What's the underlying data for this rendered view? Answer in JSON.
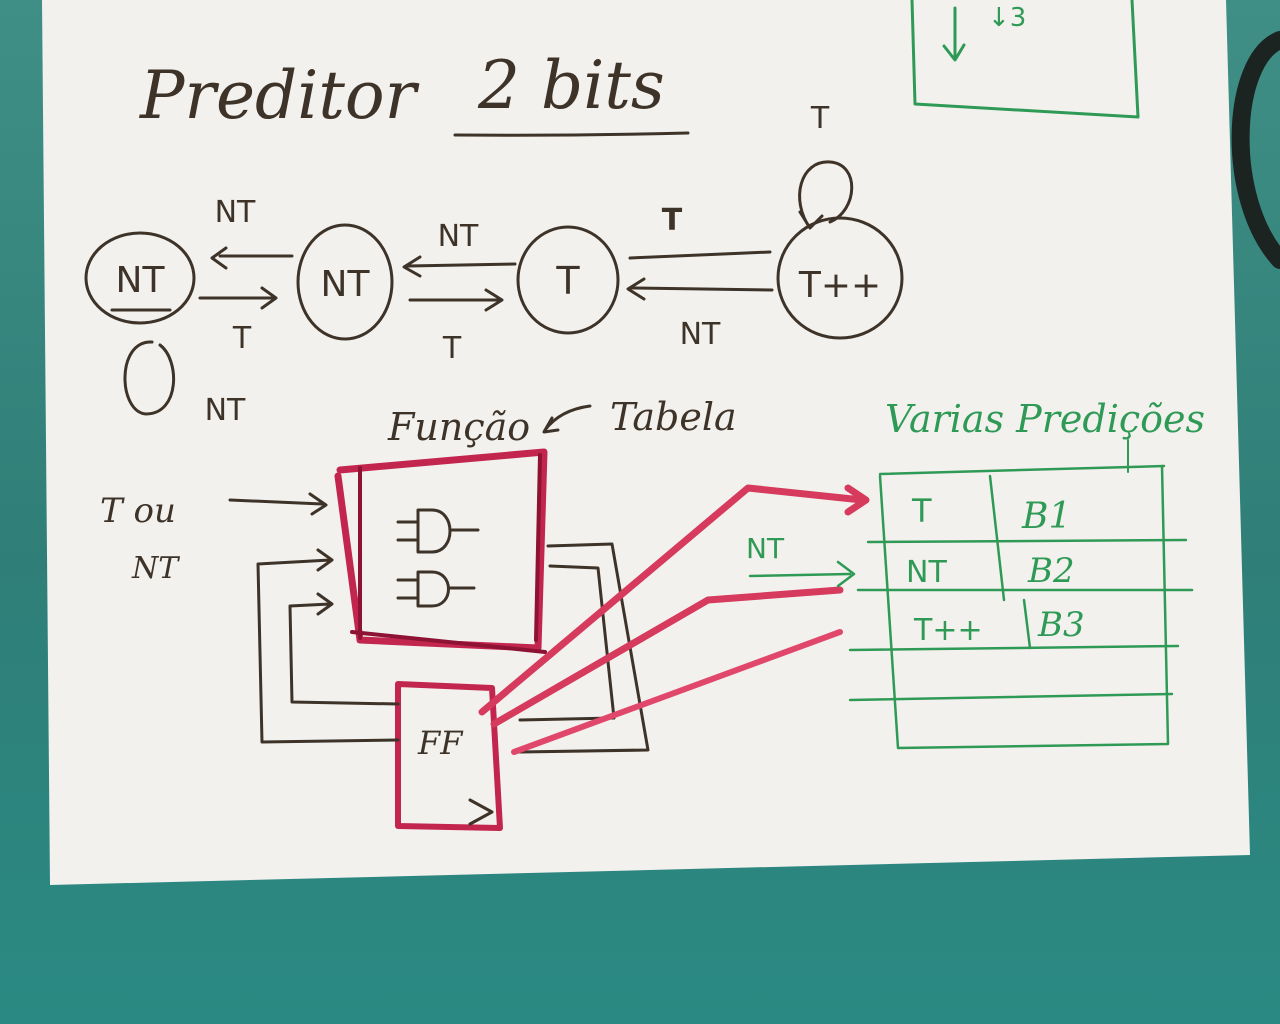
{
  "colors": {
    "paper": "#f3f1ee",
    "pen_brown": "#3e3328",
    "marker_red": "#c2264f",
    "marker_dark_red": "#8e1233",
    "pen_green": "#2f9a56",
    "background_teal": "#33857e"
  },
  "title": {
    "text_a": "Preditor",
    "text_b": "2 bits"
  },
  "states": [
    {
      "label": "NT"
    },
    {
      "label": "NT"
    },
    {
      "label": "T"
    },
    {
      "label": "T++"
    }
  ],
  "transitions": {
    "s2_to_s1": "NT",
    "s1_to_s2": "T",
    "s1_self_loop": "NT",
    "s3_to_s2": "NT",
    "s2_to_s3": "T",
    "s3_to_s4": "T",
    "s4_to_s3": "NT",
    "s4_self_loop": "T"
  },
  "logic": {
    "input_label_a": "T ou",
    "input_label_b": "NT",
    "funcao_label": "Função",
    "tabela_label": "Tabela",
    "flipflop_label": "FF"
  },
  "table": {
    "title": "Varias Predições",
    "input_label": "NT",
    "rows": [
      {
        "state": "T",
        "branch": "B1"
      },
      {
        "state": "NT",
        "branch": "B2"
      },
      {
        "state": "T++",
        "branch": "B3"
      },
      {
        "state": "",
        "branch": ""
      },
      {
        "state": "",
        "branch": ""
      }
    ]
  },
  "corner_note": "↓3"
}
